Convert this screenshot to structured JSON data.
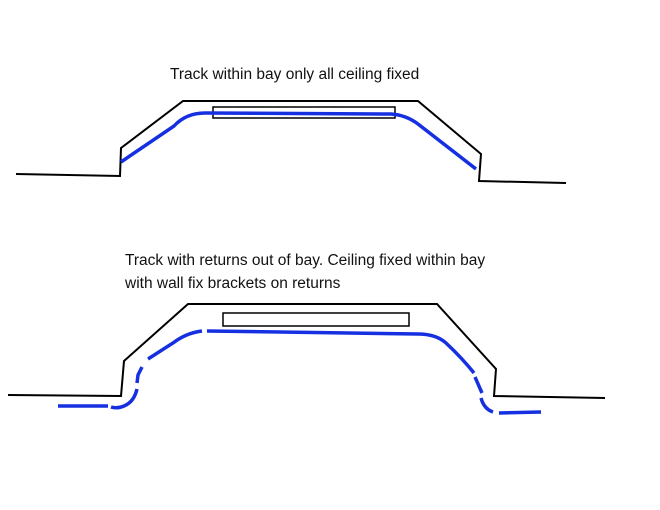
{
  "diagram1": {
    "caption": "Track within bay only all ceiling fixed"
  },
  "diagram2": {
    "caption_line1": "Track with returns out of bay. Ceiling fixed within bay",
    "caption_line2": "with wall fix brackets on returns"
  },
  "colors": {
    "outline": "#000000",
    "track": "#1530e0",
    "background": "#ffffff"
  }
}
